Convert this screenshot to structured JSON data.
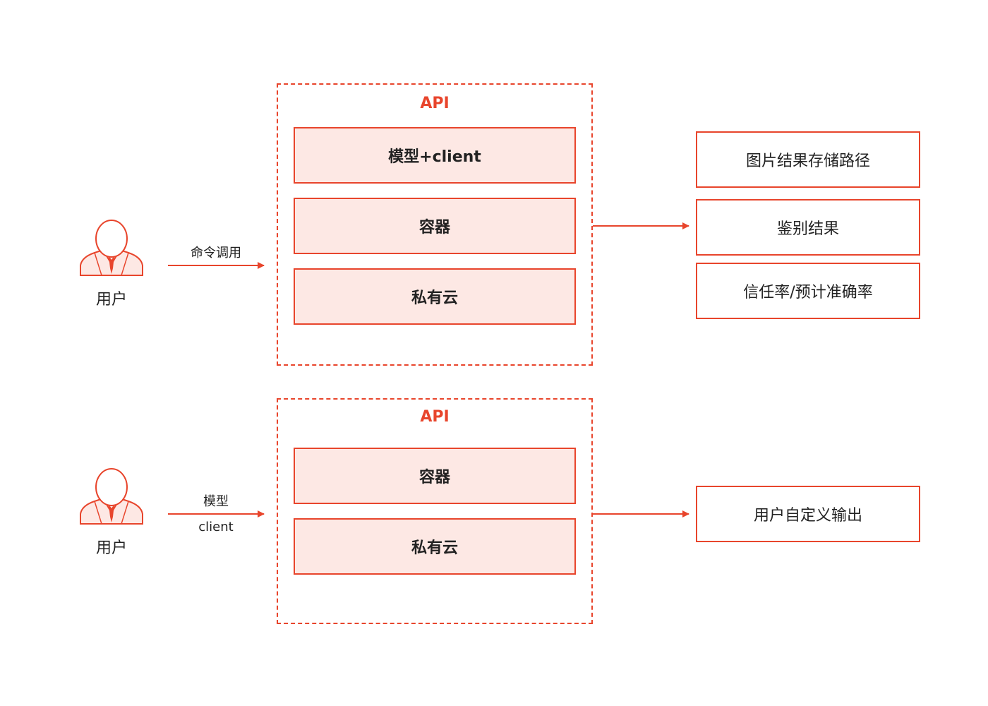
{
  "colors": {
    "accent": "#e8452c",
    "layer_fill": "#fde8e4",
    "text": "#222222"
  },
  "top": {
    "user": {
      "label": "用户",
      "icon": "user-person-icon"
    },
    "arrow_label": "命令调用",
    "api": {
      "title": "API",
      "layers": [
        "模型+client",
        "容器",
        "私有云"
      ]
    },
    "outputs": [
      "图片结果存储路径",
      "鉴别结果",
      "信任率/预计准确率"
    ]
  },
  "bottom": {
    "user": {
      "label": "用户",
      "icon": "user-person-icon"
    },
    "arrow_label_line1": "模型",
    "arrow_label_line2": "client",
    "api": {
      "title": "API",
      "layers": [
        "容器",
        "私有云"
      ]
    },
    "outputs": [
      "用户自定义输出"
    ]
  }
}
